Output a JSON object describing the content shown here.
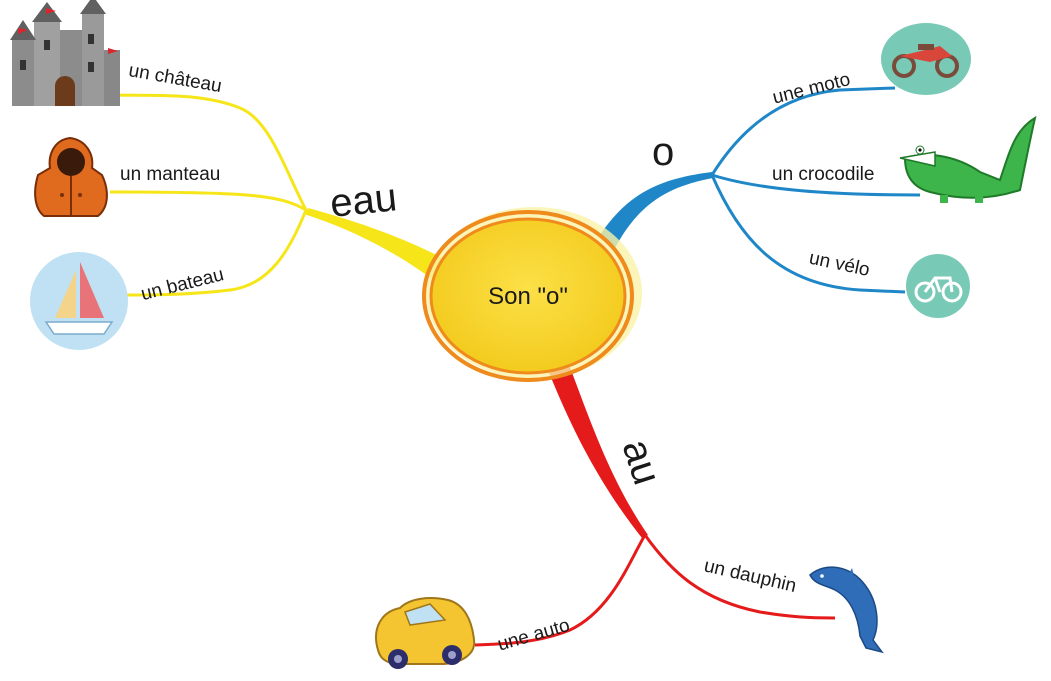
{
  "center": {
    "label": "Son \"o\""
  },
  "branches": {
    "eau": {
      "label": "eau",
      "color": "#f6e619",
      "items": [
        {
          "label": "un château",
          "icon": "castle-icon"
        },
        {
          "label": "un manteau",
          "icon": "coat-icon"
        },
        {
          "label": "un bateau",
          "icon": "sailboat-icon"
        }
      ]
    },
    "o": {
      "label": "o",
      "color": "#1f87c8",
      "items": [
        {
          "label": "une moto",
          "icon": "motorcycle-icon"
        },
        {
          "label": "un crocodile",
          "icon": "crocodile-icon"
        },
        {
          "label": "un vélo",
          "icon": "bicycle-icon"
        }
      ]
    },
    "au": {
      "label": "au",
      "color": "#e51b1b",
      "items": [
        {
          "label": "une auto",
          "icon": "car-icon"
        },
        {
          "label": "un dauphin",
          "icon": "dolphin-icon"
        }
      ]
    }
  },
  "colors": {
    "center_fill": "#f8d227",
    "center_ring": "#ef8a1c",
    "icon_circle": "#79c9b7"
  }
}
